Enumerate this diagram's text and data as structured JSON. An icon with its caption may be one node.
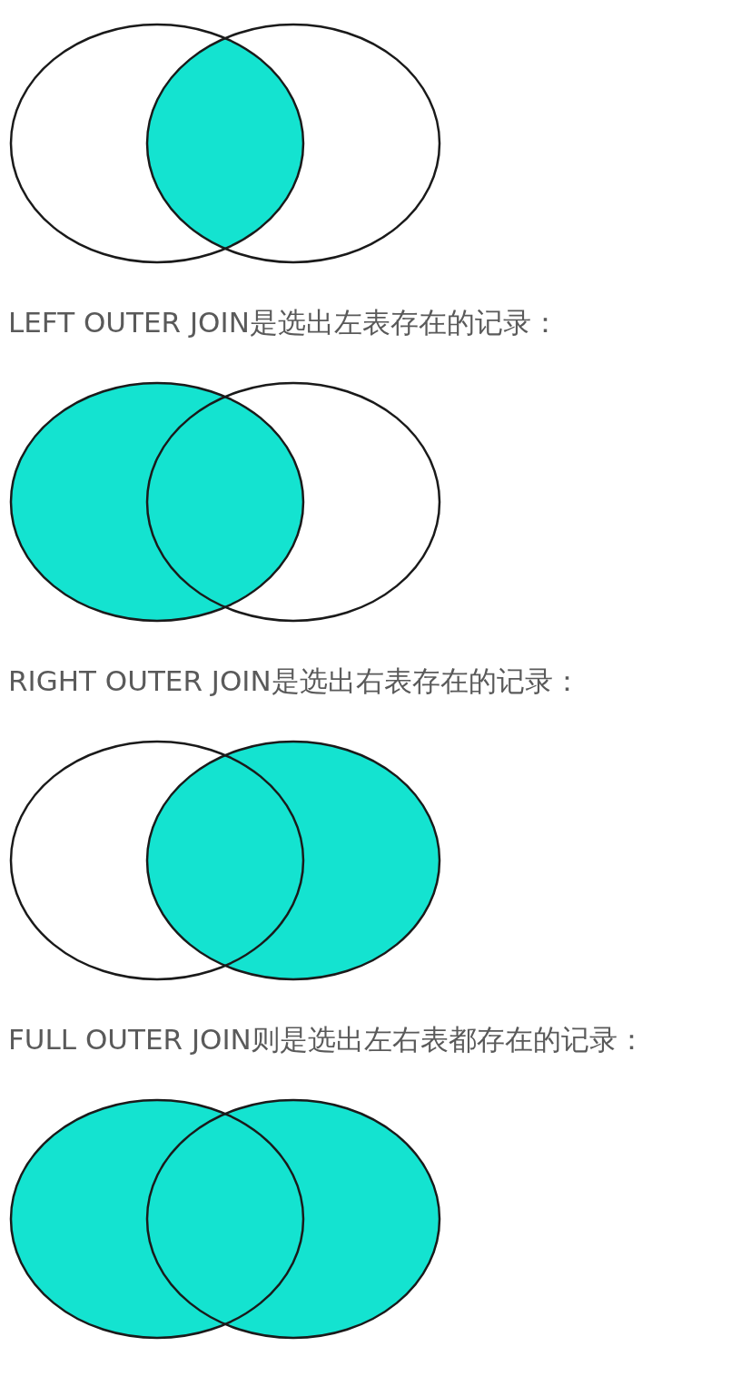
{
  "diagram": {
    "labels": [
      "LEFT OUTER JOIN是选出左表存在的记录：",
      "RIGHT OUTER JOIN是选出右表存在的记录：",
      "FULL OUTER JOIN则是选出左右表都存在的记录："
    ]
  }
}
